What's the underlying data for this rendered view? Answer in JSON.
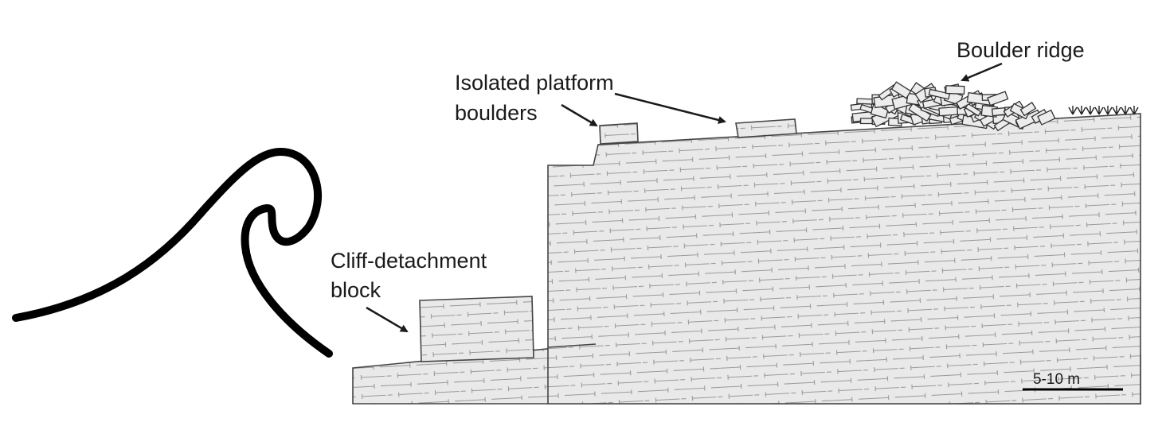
{
  "labels": {
    "boulder_ridge": "Boulder ridge",
    "isolated_line1": "Isolated platform",
    "isolated_line2": "boulders",
    "cliff_line1": "Cliff-detachment",
    "cliff_line2": "block",
    "scale": "5-10 m"
  },
  "colors": {
    "rock_fill": "#e9e9e9",
    "brick_line": "#9a9a9a",
    "outline": "#444444",
    "wave": "#000000",
    "text": "#1a1a1a"
  },
  "icons": [
    "wave-icon",
    "vegetation-icon",
    "arrow-icon"
  ]
}
